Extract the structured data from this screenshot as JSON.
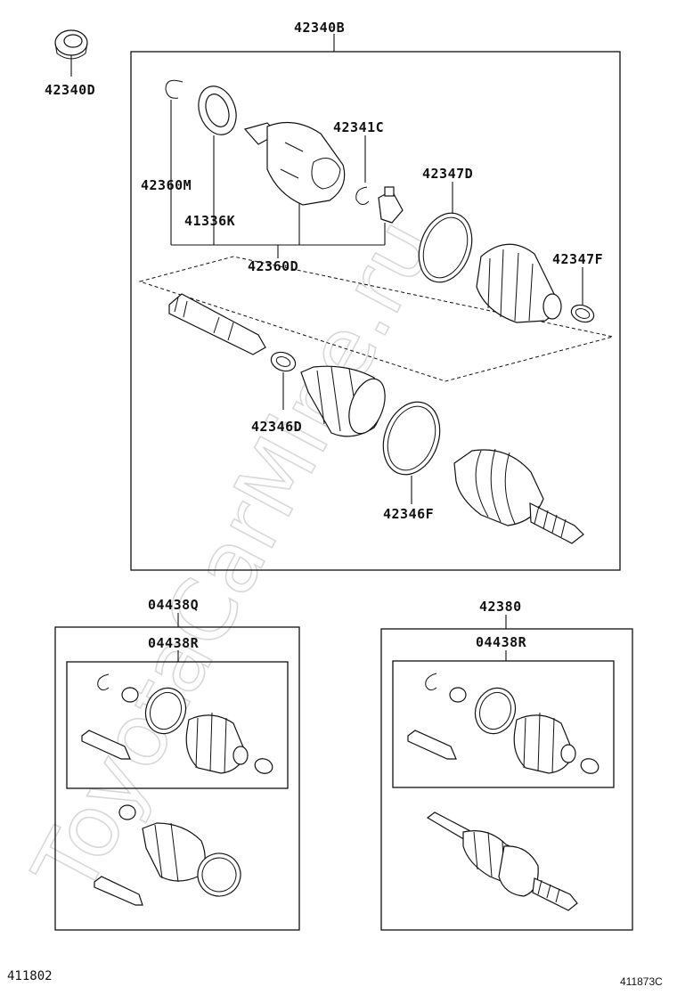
{
  "watermark": "ToyotaCarMine.ru",
  "labels": {
    "p42340B": "42340B",
    "p42340D": "42340D",
    "p42341C": "42341C",
    "p42347D": "42347D",
    "p42360M": "42360M",
    "p41336K": "41336K",
    "p42360D": "42360D",
    "p42347F": "42347F",
    "p42346D": "42346D",
    "p42346F": "42346F",
    "p04438Q": "04438Q",
    "p04438R_left": "04438R",
    "p42380": "42380",
    "p04438R_right": "04438R"
  },
  "footer": {
    "left_code": "411802",
    "right_code": "411873C"
  }
}
